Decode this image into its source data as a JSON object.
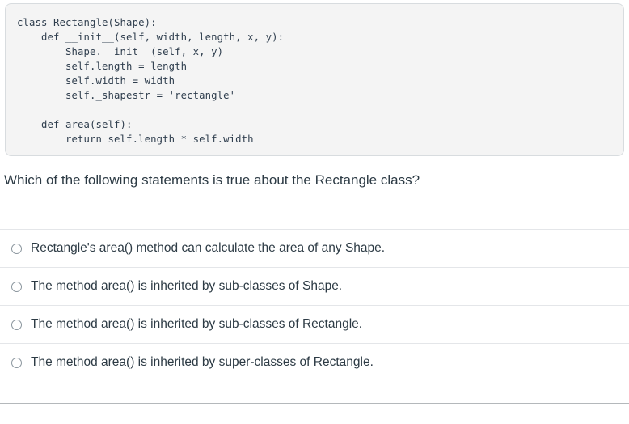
{
  "code_block": {
    "language": "python",
    "background": "#f4f4f4",
    "border_color": "#d8dcdf",
    "text_color": "#2f3e4e",
    "lines": [
      "class Rectangle(Shape):",
      "    def __init__(self, width, length, x, y):",
      "        Shape.__init__(self, x, y)",
      "        self.length = length",
      "        self.width = width",
      "        self._shapestr = 'rectangle'",
      "",
      "    def area(self):",
      "        return self.length * self.width"
    ],
    "source": "class Rectangle(Shape):\n    def __init__(self, width, length, x, y):\n        Shape.__init__(self, x, y)\n        self.length = length\n        self.width = width\n        self._shapestr = 'rectangle'\n\n    def area(self):\n        return self.length * self.width"
  },
  "question": {
    "prompt": "Which of the following statements is true about the Rectangle class?"
  },
  "answers": {
    "input_type": "radio",
    "selected_index": null,
    "options": [
      {
        "label": "Rectangle's area() method can calculate the area of any Shape.",
        "selected": false
      },
      {
        "label": "The method area() is inherited by sub-classes of Shape.",
        "selected": false
      },
      {
        "label": "The method area() is inherited by sub-classes of Rectangle.",
        "selected": false
      },
      {
        "label": "The method area() is inherited by super-classes of Rectangle.",
        "selected": false
      }
    ]
  },
  "colors": {
    "page_background": "#ffffff",
    "text": "#2d3b45",
    "divider": "#e4e6e9",
    "bottom_divider": "#b4b8bb",
    "radio_border": "#8b969e"
  }
}
